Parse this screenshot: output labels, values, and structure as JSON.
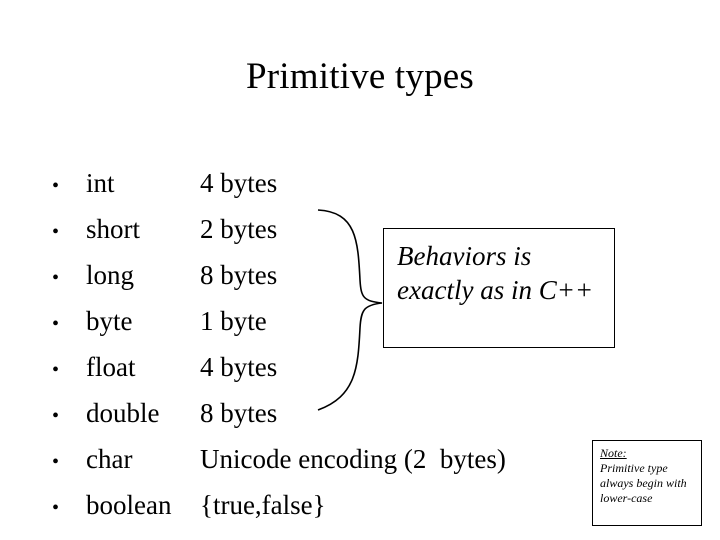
{
  "slide": {
    "title": "Primitive types",
    "bullet_mark": "•",
    "items": [
      {
        "name": "int",
        "value": "4 bytes"
      },
      {
        "name": "short",
        "value": "2 bytes"
      },
      {
        "name": "long",
        "value": "8 bytes"
      },
      {
        "name": "byte",
        "value": "1 byte"
      },
      {
        "name": "float",
        "value": "4 bytes"
      },
      {
        "name": "double",
        "value": "8 bytes"
      },
      {
        "name": "char",
        "value": "Unicode encoding (2  bytes)"
      },
      {
        "name": "boolean",
        "value": "{true,false}"
      }
    ],
    "callout": {
      "text": "Behaviors is exactly as in C++"
    },
    "note": {
      "label": "Note:",
      "text": "Primitive type always begin with lower-case"
    }
  },
  "colors": {
    "background": "#ffffff",
    "text": "#000000",
    "border": "#000000"
  }
}
